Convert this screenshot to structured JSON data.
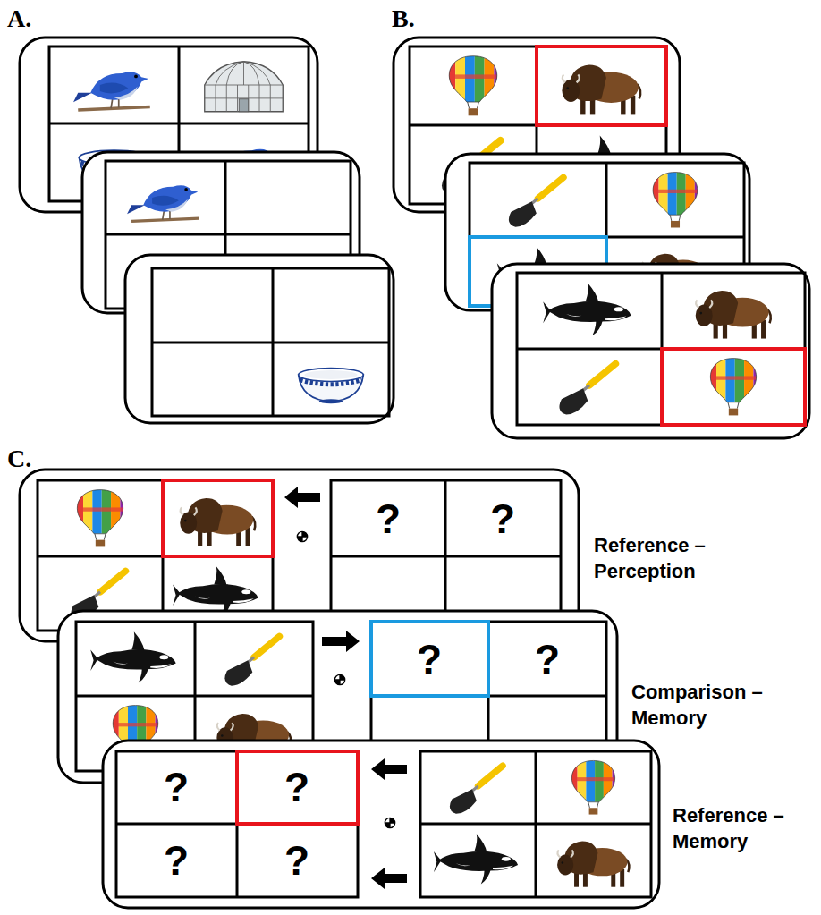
{
  "diagram": {
    "labels": [
      "A.",
      "B.",
      "C.",
      "?",
      "?",
      "Reference – Perception",
      "?",
      "?",
      "Comparison – Memory",
      "?",
      "?",
      "?",
      "?",
      "Reference – Memory"
    ]
  }
}
